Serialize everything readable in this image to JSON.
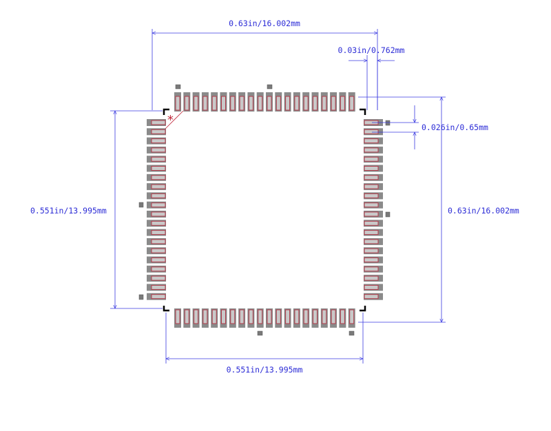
{
  "footprint": {
    "pins_per_side": 20,
    "pin1_marker": "*",
    "colors": {
      "dimension": "#3a3ae0",
      "pad_fill": "#8a8a8a",
      "pad_outline": "#b23a4a",
      "body_outline": "#000000",
      "marker": "#c0283a"
    }
  },
  "dimensions": {
    "overall_width": "0.63in/16.002mm",
    "pad_width": "0.03in/0.762mm",
    "pitch": "0.026in/0.65mm",
    "body_height": "0.551in/13.995mm",
    "overall_height": "0.63in/16.002mm",
    "body_width": "0.551in/13.995mm"
  }
}
